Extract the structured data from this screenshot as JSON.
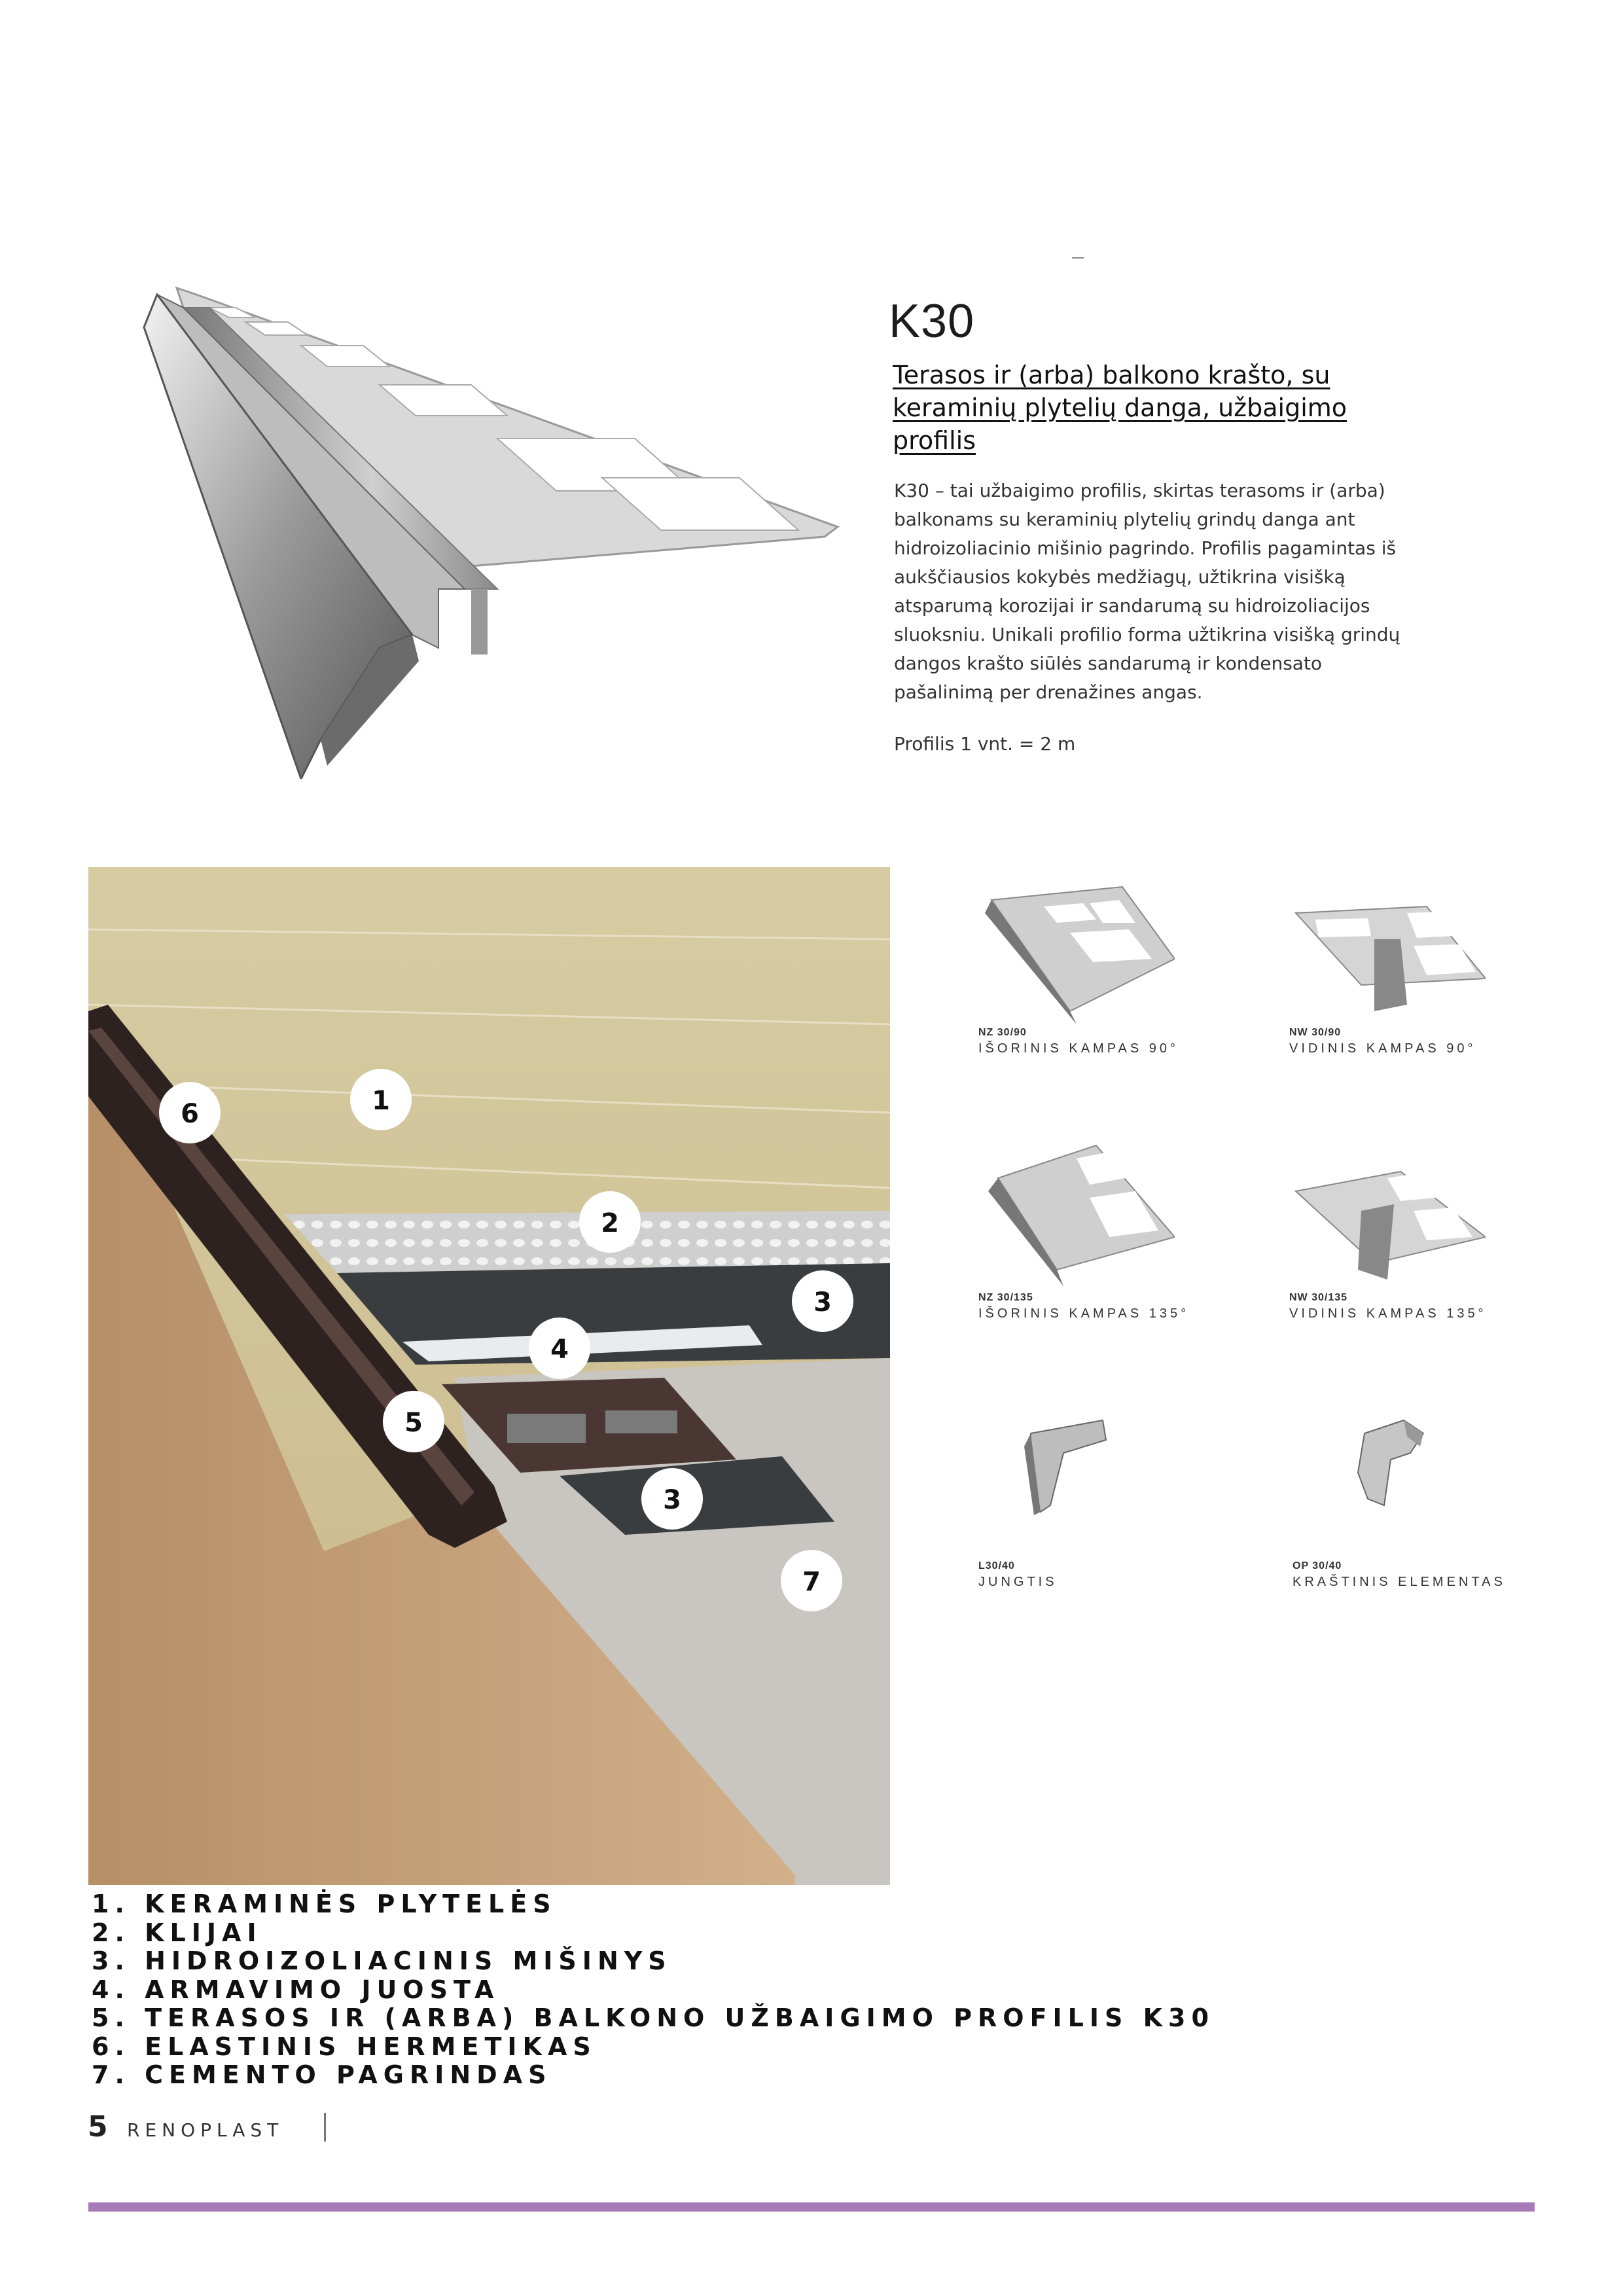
{
  "header": {
    "title": "K30",
    "subtitle": "Terasos ir (arba) balkono krašto, su keraminių plytelių danga, užbaigimo profilis",
    "description": "K30 – tai užbaigimo profilis, skirtas terasoms ir (arba) balkonams su keraminių plytelių grindų danga ant hidroizoliacinio mišinio pagrindo. Profilis pagamintas iš aukščiausios kokybės medžiagų, užtikrina visišką atsparumą korozijai ir sandarumą su hidroizoliacijos sluoksniu. Unikali profilio forma užtikrina visišką grindų dangos krašto siūlės sandarumą ir kondensato pašalinimą per drenažines angas.",
    "unit_note": "Profilis 1 vnt. = 2 m"
  },
  "scene": {
    "badges": [
      "1",
      "2",
      "3",
      "4",
      "5",
      "6",
      "3",
      "7"
    ]
  },
  "accessories": [
    {
      "code": "NZ 30/90",
      "caption": "IŠORINIS KAMPAS 90°"
    },
    {
      "code": "NW 30/90",
      "caption": "VIDINIS KAMPAS 90°"
    },
    {
      "code": "NZ 30/135",
      "caption": "IŠORINIS KAMPAS 135°"
    },
    {
      "code": "NW 30/135",
      "caption": "VIDINIS KAMPAS 135°"
    },
    {
      "code": "L30/40",
      "caption": "JUNGTIS"
    },
    {
      "code": "OP 30/40",
      "caption": "KRAŠTINIS ELEMENTAS"
    }
  ],
  "legend": [
    "1. KERAMINĖS PLYTELĖS",
    "2. KLIJAI",
    "3. HIDROIZOLIACINIS MIŠINYS",
    "4. ARMAVIMO JUOSTA",
    "5. TERASOS IR (ARBA) BALKONO UŽBAIGIMO PROFILIS K30",
    "6. ELASTINIS HERMETIKAS",
    "7. CEMENTO PAGRINDAS"
  ],
  "footer": {
    "page_number": "5",
    "brand": "RENOPLAST"
  },
  "colors": {
    "accent_bar": "#a77bb8",
    "tile": "#d8cda4",
    "wall": "#c8a57c",
    "profile": "#3a2a26"
  }
}
